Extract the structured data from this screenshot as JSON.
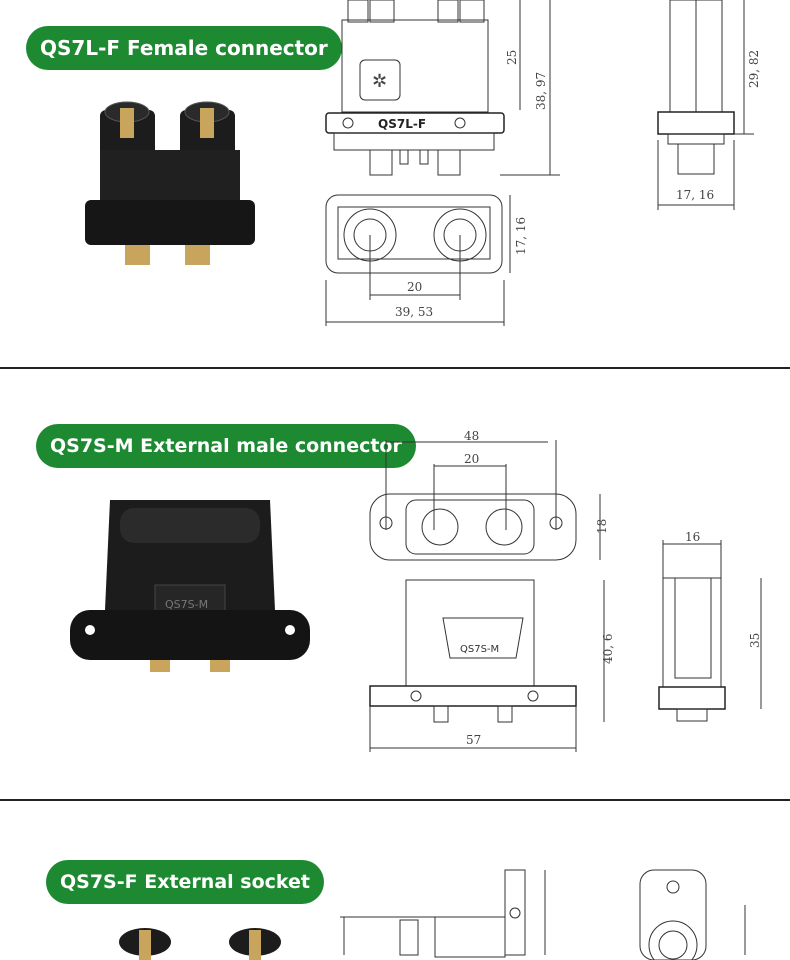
{
  "sections": [
    {
      "title": "QS7L-F Female connector",
      "part_marking": "QS7L-F",
      "dimensions": {
        "height_body": "25",
        "height_total": "38, 97",
        "side_height": "29, 82",
        "side_width": "17, 16",
        "bottom_height": "17, 16",
        "pitch": "20",
        "width": "39, 53"
      }
    },
    {
      "title": "QS7S-M External male connector",
      "part_marking": "QS7S-M",
      "dimensions": {
        "flange_holes": "48",
        "pitch": "20",
        "flange_height": "18",
        "side_width": "16",
        "height": "40, 6",
        "side_height": "35",
        "width": "57"
      }
    },
    {
      "title": "QS7S-F External socket"
    }
  ],
  "colors": {
    "accent": "#1d8a32",
    "product": "#1a1a1a"
  }
}
